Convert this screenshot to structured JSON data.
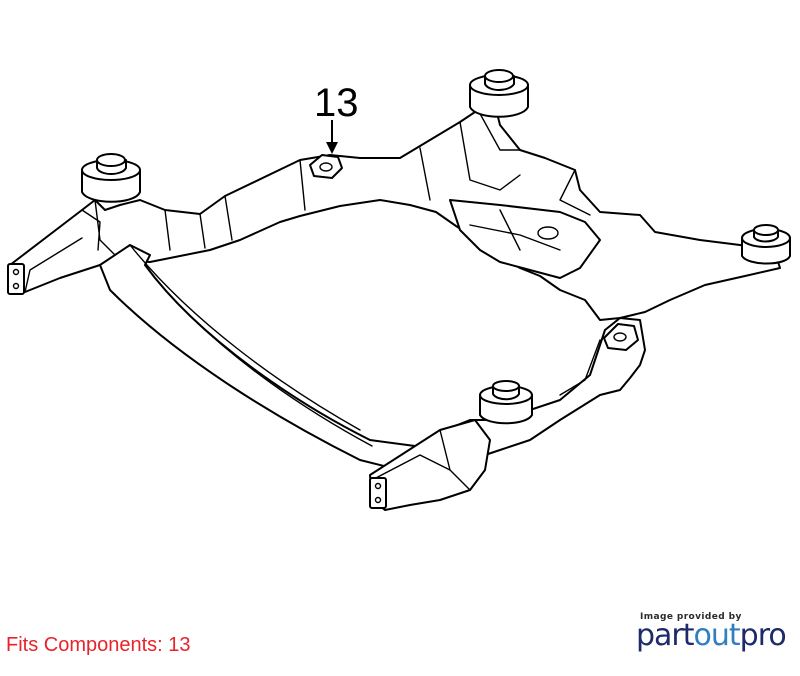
{
  "diagram": {
    "callouts": [
      {
        "label": "13"
      }
    ]
  },
  "caption": {
    "fits_components": "Fits Components: 13"
  },
  "credit": {
    "provided_by": "Image provided by",
    "brand_part1": "part",
    "brand_part2": "out",
    "brand_part3": "pro"
  },
  "colors": {
    "caption": "#e8232a",
    "brand_dark": "#1d2a6b",
    "brand_light": "#2f7fc1",
    "line": "#000000"
  }
}
